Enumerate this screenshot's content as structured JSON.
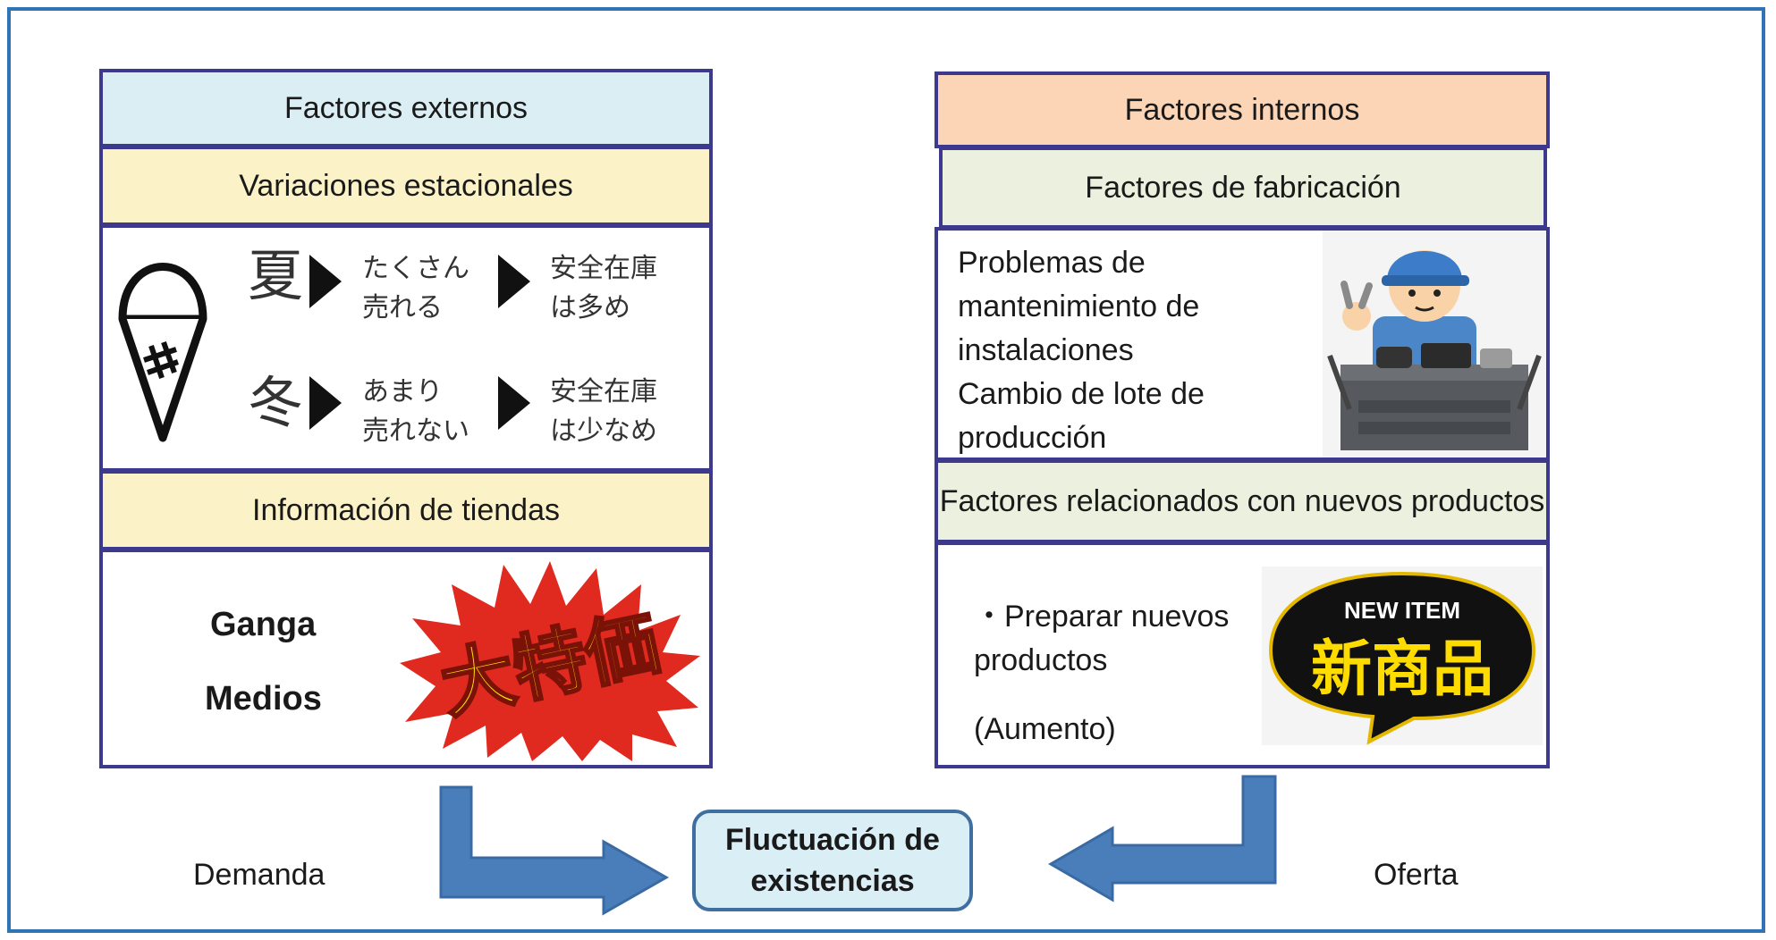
{
  "external": {
    "header": "Factores externos",
    "seasonal": {
      "title": "Variaciones estacionales",
      "summer": {
        "season": "夏",
        "sales_line1": "たくさん",
        "sales_line2": "売れる",
        "stock_line1": "安全在庫",
        "stock_line2": "は多め"
      },
      "winter": {
        "season": "冬",
        "sales_line1": "あまり",
        "sales_line2": "売れない",
        "stock_line1": "安全在庫",
        "stock_line2": "は少なめ"
      }
    },
    "stores": {
      "title": "Información de tiendas",
      "item1": "Ganga",
      "item2": "Medios",
      "sale_image_text": "大特価"
    }
  },
  "internal": {
    "header": "Factores internos",
    "manufacturing": {
      "title": "Factores de fabricación",
      "lines": [
        "Problemas de",
        "mantenimiento de",
        "instalaciones",
        "Cambio de lote de",
        "producción"
      ]
    },
    "new_products": {
      "title": "Factores relacionados con nuevos productos",
      "line1": "・Preparar nuevos",
      "line2": "productos",
      "line3": "(Aumento)",
      "badge_top": "NEW ITEM",
      "badge_main": "新商品"
    }
  },
  "center": {
    "line1": "Fluctuación de",
    "line2": "existencias"
  },
  "left_label": "Demanda",
  "right_label": "Oferta",
  "colors": {
    "frame": "#2f74b5",
    "box_border": "#3d3a8e",
    "external_header": "#daeef3",
    "internal_header": "#fbd5b5",
    "external_sub": "#fbf3c7",
    "internal_sub": "#ebf1de",
    "arrow": "#4a7ebb",
    "center_fill": "#d9eef5"
  }
}
